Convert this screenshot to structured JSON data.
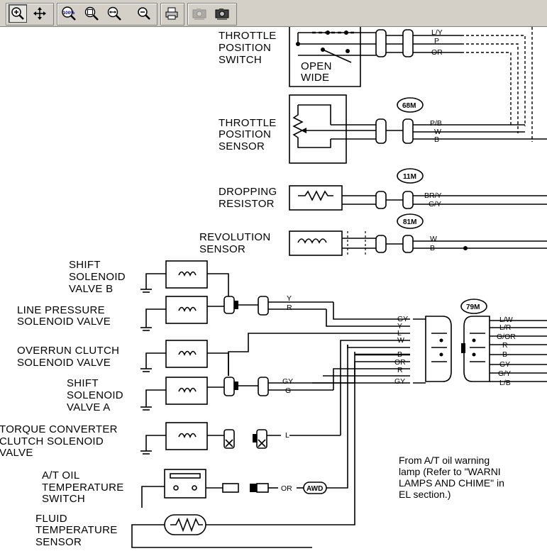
{
  "toolbar": {
    "buttons": [
      {
        "name": "zoom-in-tool",
        "icon": "magnifier-plus-icon",
        "pressed": true
      },
      {
        "name": "pan-tool",
        "icon": "four-arrows-icon",
        "pressed": false
      },
      {
        "name": "zoom-100",
        "icon": "magnifier-100-icon",
        "text": "100%",
        "pressed": false
      },
      {
        "name": "zoom-fit",
        "icon": "magnifier-fit-icon",
        "pressed": false
      },
      {
        "name": "zoom-width",
        "icon": "magnifier-width-icon",
        "pressed": false
      },
      {
        "name": "zoom-out",
        "icon": "magnifier-minus-icon",
        "pressed": false
      },
      {
        "name": "print",
        "icon": "printer-icon",
        "pressed": false
      },
      {
        "name": "previous-image",
        "icon": "camera-back-icon",
        "pressed": false,
        "disabled": true
      },
      {
        "name": "next-image",
        "icon": "camera-forward-icon",
        "pressed": false
      }
    ]
  },
  "diagram": {
    "components": {
      "throttle_position_switch": [
        "THROTTLE",
        "POSITION",
        "SWITCH"
      ],
      "open_wide": [
        "OPEN",
        "WIDE"
      ],
      "throttle_position_sensor": [
        "THROTTLE",
        "POSITION",
        "SENSOR"
      ],
      "dropping_resistor": [
        "DROPPING",
        "RESISTOR"
      ],
      "revolution_sensor": [
        "REVOLUTION",
        "SENSOR"
      ],
      "shift_solenoid_b": [
        "SHIFT",
        "SOLENOID",
        "VALVE B"
      ],
      "line_pressure_solenoid": [
        "LINE PRESSURE",
        "SOLENOID VALVE"
      ],
      "overrun_clutch_solenoid": [
        "OVERRUN CLUTCH",
        "SOLENOID VALVE"
      ],
      "shift_solenoid_a": [
        "SHIFT",
        "SOLENOID",
        "VALVE A"
      ],
      "torque_converter_solenoid": [
        "TORQUE CONVERTER",
        "CLUTCH SOLENOID",
        "VALVE"
      ],
      "at_oil_temp_switch": [
        "A/T OIL",
        "TEMPERATURE",
        "SWITCH"
      ],
      "fluid_temp_sensor": [
        "FLUID",
        "TEMPERATURE",
        "SENSOR"
      ]
    },
    "connectors": {
      "c68m": "68M",
      "c11m": "11M",
      "c81m": "81M",
      "c79m": "79M",
      "awd": "AWD"
    },
    "wires": {
      "tps_switch": [
        "L/Y",
        "P",
        "OR"
      ],
      "tps_sensor": [
        "P/B",
        "W",
        "B"
      ],
      "dropping": [
        "BR/Y",
        "G/Y"
      ],
      "revolution": [
        "W",
        "B"
      ],
      "shift_b": [
        "Y",
        "R"
      ],
      "shift_a": [
        "GY",
        "G"
      ],
      "torque": "L",
      "oil_temp": "OR",
      "harness_left": [
        "GY",
        "Y",
        "L",
        "W",
        "B",
        "OR",
        "R",
        "GY"
      ],
      "harness_right": [
        "L/W",
        "L/R",
        "G/OR",
        "R",
        "B",
        "GY",
        "G/Y",
        "L/B"
      ]
    },
    "note": [
      "From A/T oil warning",
      "lamp (Refer to \"WARNI",
      "LAMPS AND CHIME\" in",
      "EL section.)"
    ]
  }
}
